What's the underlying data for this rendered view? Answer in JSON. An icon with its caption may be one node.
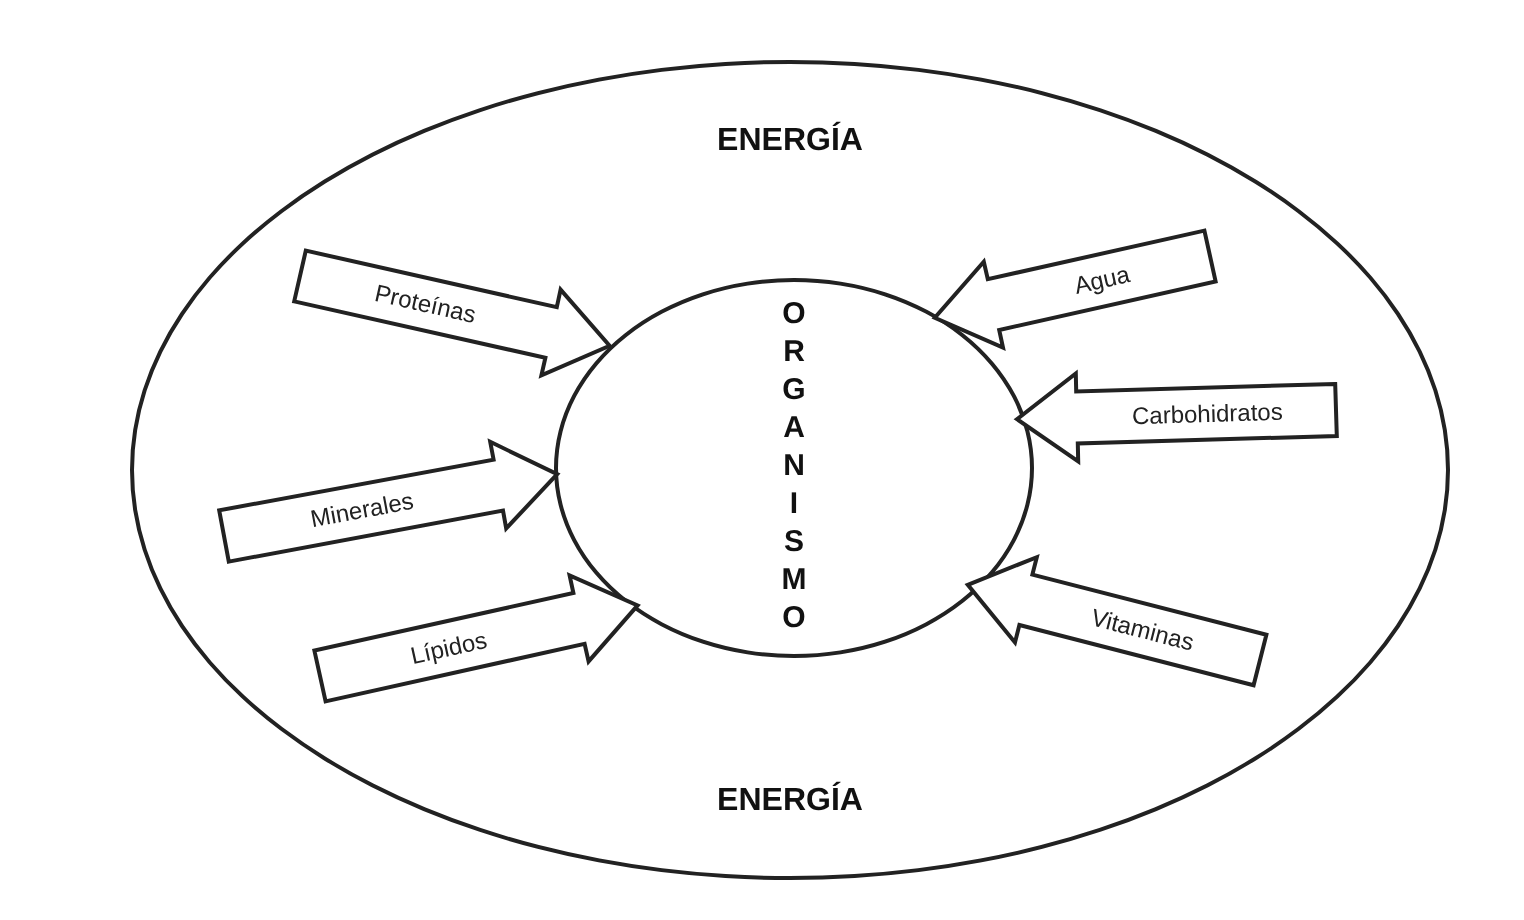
{
  "diagram": {
    "nodes": [
      {
        "text": [
          "ENERGÍA",
          "ENERGÍA"
        ]
      },
      {
        "text": [
          "ORGANISMO"
        ],
        "in": 0
      }
    ],
    "edges": [
      {
        "from": null,
        "to": 1,
        "arrow": "to",
        "label": "Proteínas"
      },
      {
        "from": null,
        "to": 1,
        "arrow": "to",
        "label": "Agua"
      },
      {
        "from": null,
        "to": 1,
        "arrow": "to",
        "label": "Carbohidratos"
      },
      {
        "from": null,
        "to": 1,
        "arrow": "to",
        "label": "Minerales"
      },
      {
        "from": null,
        "to": 1,
        "arrow": "to",
        "label": "Vitaminas"
      },
      {
        "from": null,
        "to": 1,
        "arrow": "to",
        "label": "Lípidos"
      }
    ]
  }
}
